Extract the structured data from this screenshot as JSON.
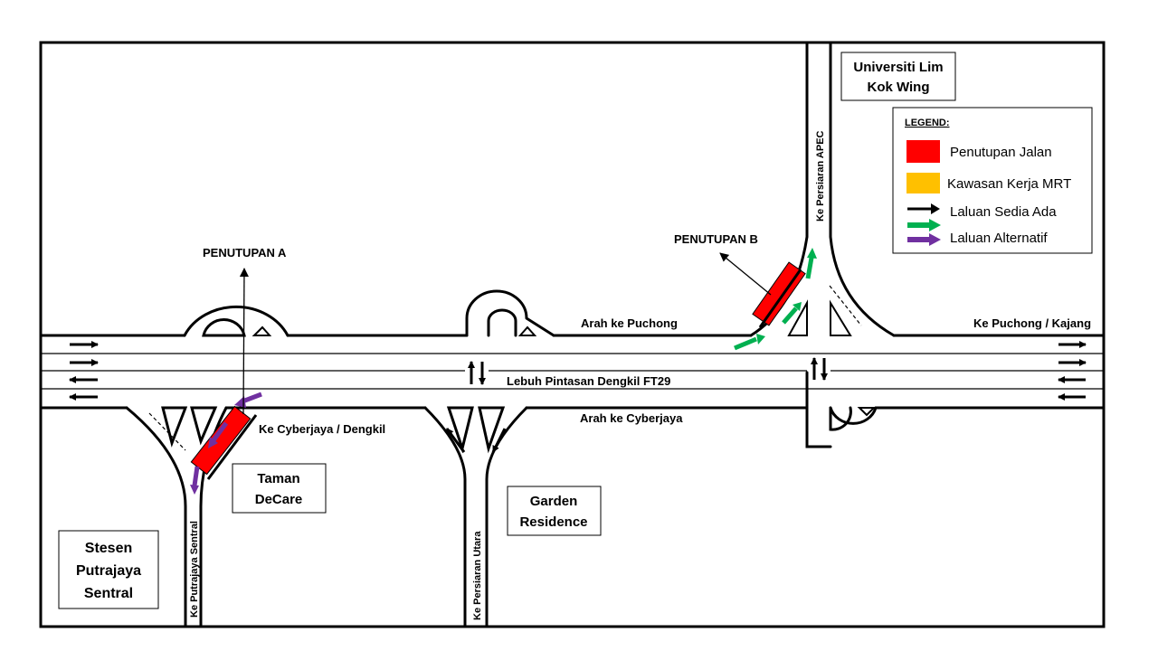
{
  "legend": {
    "title": "LEGEND:",
    "items": [
      {
        "label": "Penutupan Jalan",
        "color": "#ff0000",
        "kind": "box"
      },
      {
        "label": "Kawasan Kerja MRT",
        "color": "#ffc000",
        "kind": "box"
      },
      {
        "label": "Laluan Sedia Ada",
        "color": "#000000",
        "kind": "arrow"
      },
      {
        "label": "Laluan Alternatif",
        "color": "#00b050",
        "kind": "arrow"
      },
      {
        "label": "",
        "color": "#7030a0",
        "kind": "arrow"
      }
    ]
  },
  "closures": {
    "a": "PENUTUPAN A",
    "b": "PENUTUPAN B"
  },
  "roads": {
    "highway": "Lebuh Pintasan Dengkil FT29",
    "to_puchong": "Arah ke Puchong",
    "to_cyberjaya": "Arah ke Cyberjaya",
    "puchong_kajang": "Ke Puchong / Kajang",
    "cyberjaya_dengkil": "Ke Cyberjaya / Dengkil",
    "persiaran_apec": "Ke Persiaran APEC",
    "persiaran_utara": "Ke Persiaran Utara",
    "putrajaya_sentral": "Ke Putrajaya Sentral"
  },
  "places": {
    "limkokwing": [
      "Universiti Lim",
      "Kok Wing"
    ],
    "taman_decare": [
      "Taman",
      "DeCare"
    ],
    "garden_residence": [
      "Garden",
      "Residence"
    ],
    "stesen": [
      "Stesen",
      "Putrajaya",
      "Sentral"
    ]
  },
  "colors": {
    "closure": "#ff0000",
    "green_route": "#00b050",
    "purple_route": "#7030a0"
  }
}
